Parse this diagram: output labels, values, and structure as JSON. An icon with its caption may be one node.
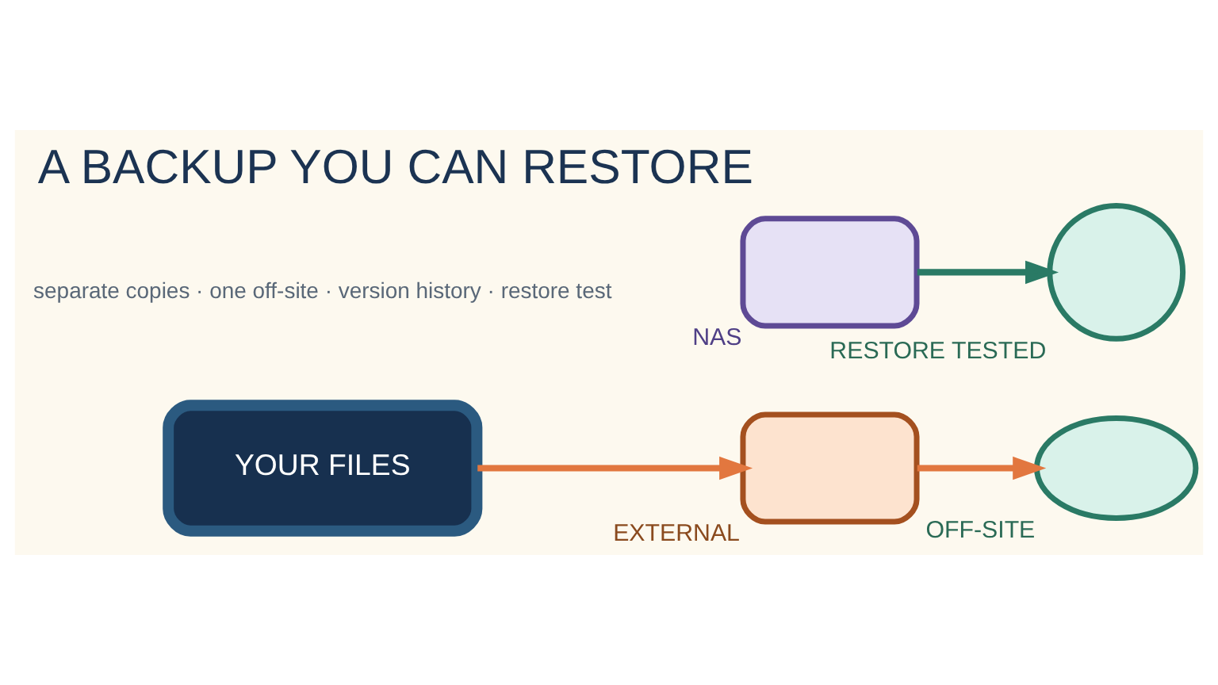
{
  "diagram": {
    "title": "A BACKUP YOU CAN RESTORE",
    "nodes": [
      {
        "text": [
          "YOUR FILES"
        ]
      },
      {
        "text": [],
        "shape": "box",
        "beside": [
          "EXTERNAL"
        ]
      },
      {
        "text": [],
        "shape": "cloud",
        "beside": [
          "OFF-SITE"
        ]
      },
      {
        "text": [],
        "shape": "box",
        "beside": [
          "NAS"
        ]
      },
      {
        "text": [],
        "shape": "circle",
        "beside": [
          "RESTORE TESTED"
        ]
      }
    ],
    "edges": [
      {
        "from": 0,
        "to": 1,
        "arrow": "to"
      },
      {
        "from": 1,
        "to": 2,
        "arrow": "to"
      },
      {
        "from": 3,
        "to": 4,
        "arrow": "to",
        "color": "#2a7a65"
      }
    ],
    "labels": [
      "separate copies · one off-site · version history · restore test"
    ]
  }
}
